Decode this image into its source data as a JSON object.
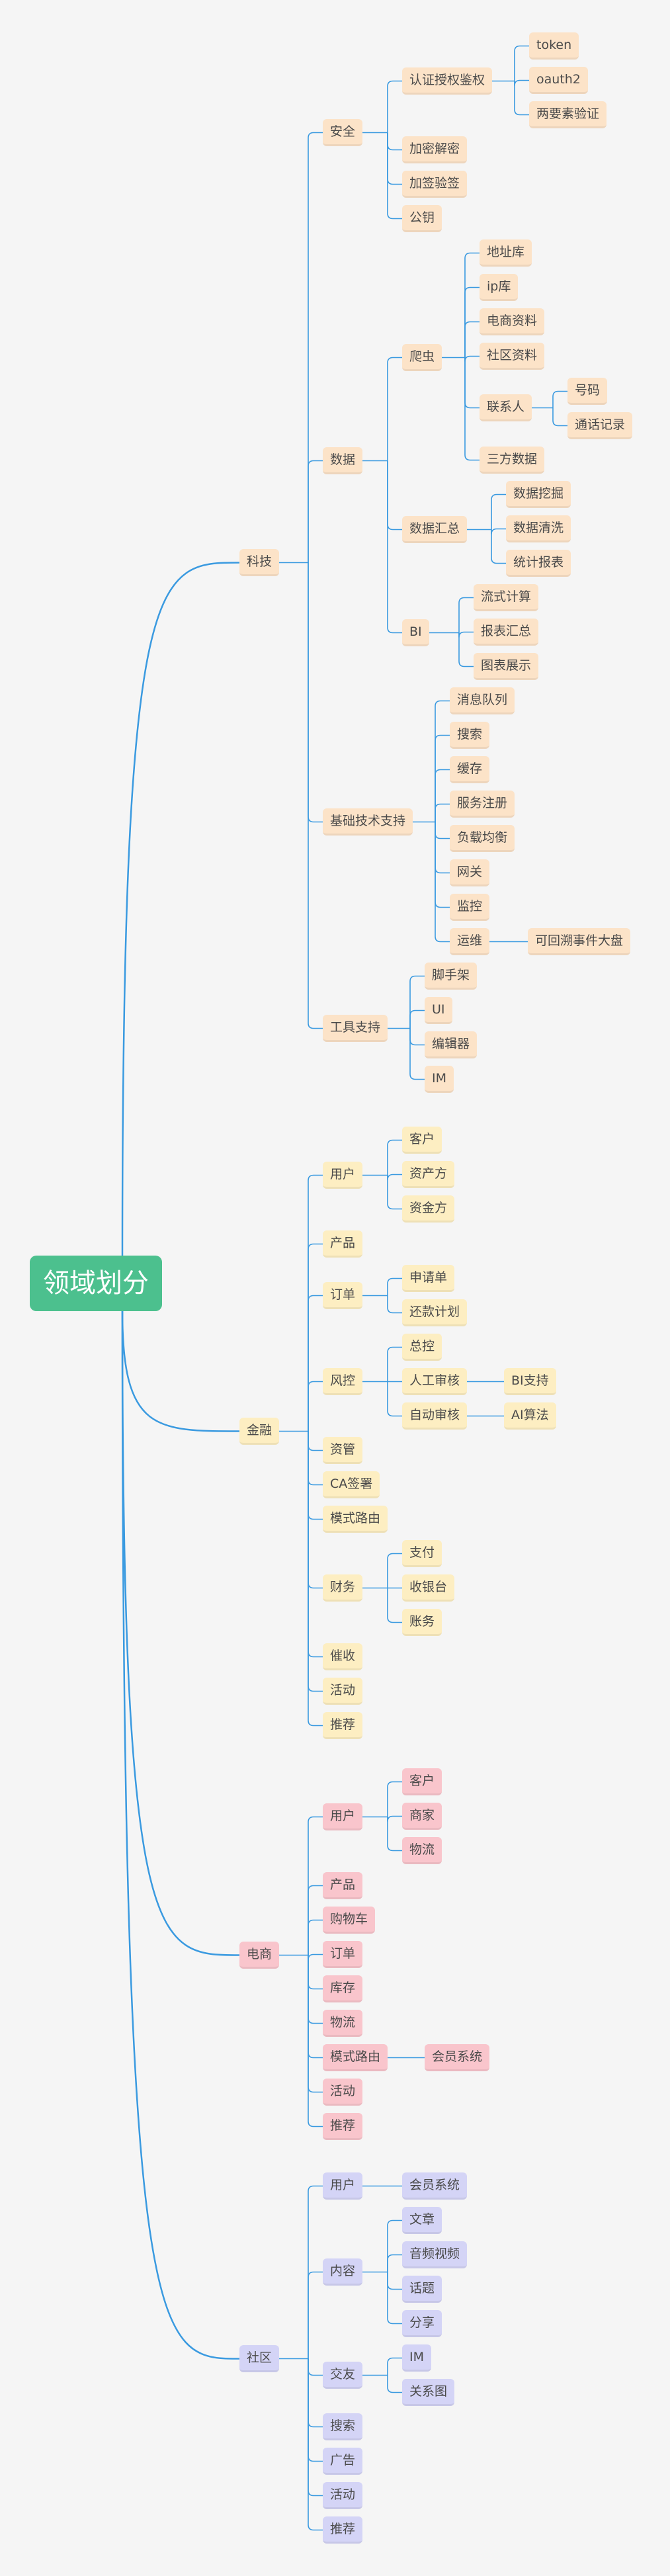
{
  "root": "领域划分",
  "branches": {
    "tech": {
      "label": "科技",
      "security": {
        "label": "安全",
        "auth": {
          "label": "认证授权鉴权",
          "token": "token",
          "oauth2": "oauth2",
          "two_factor": "两要素验证"
        },
        "encrypt": "加密解密",
        "sign": "加签验签",
        "public": "公钥"
      },
      "data": {
        "label": "数据",
        "crawler": {
          "label": "爬虫",
          "address": "地址库",
          "ip": "ip库",
          "ecom_info": "电商资料",
          "community_info": "社区资料",
          "contacts": {
            "label": "联系人",
            "phone": "号码",
            "call_log": "通话记录"
          },
          "third_party": "三方数据"
        },
        "summary": {
          "label": "数据汇总",
          "mining": "数据挖掘",
          "cleaning": "数据清洗",
          "stats": "统计报表"
        },
        "bi": {
          "label": "BI",
          "stream": "流式计算",
          "report": "报表汇总",
          "chart": "图表展示"
        }
      },
      "infra": {
        "label": "基础技术支持",
        "mq": "消息队列",
        "search": "搜索",
        "cache": "缓存",
        "registry": "服务注册",
        "lb": "负载均衡",
        "gateway": "网关",
        "monitor": "监控",
        "ops": {
          "label": "运维",
          "dashboard": "可回溯事件大盘"
        }
      },
      "tools": {
        "label": "工具支持",
        "scaffold": "脚手架",
        "ui": "UI",
        "editor": "编辑器",
        "im": "IM"
      }
    },
    "finance": {
      "label": "金融",
      "user": {
        "label": "用户",
        "customer": "客户",
        "asset": "资产方",
        "fund": "资金方"
      },
      "product": "产品",
      "order": {
        "label": "订单",
        "apply": "申请单",
        "repay": "还款计划"
      },
      "risk": {
        "label": "风控",
        "overall": "总控",
        "manual": {
          "label": "人工审核",
          "bi": "BI支持"
        },
        "auto": {
          "label": "自动审核",
          "ai": "AI算法"
        }
      },
      "capital": "资管",
      "ca": "CA签署",
      "mode_route": "模式路由",
      "accounting": {
        "label": "财务",
        "pay": "支付",
        "cashier": "收银台",
        "ledger": "账务"
      },
      "collection": "催收",
      "activity": "活动",
      "recommend": "推荐"
    },
    "ecom": {
      "label": "电商",
      "user": {
        "label": "用户",
        "customer": "客户",
        "merchant": "商家",
        "logistics": "物流"
      },
      "product": "产品",
      "cart": "购物车",
      "order": "订单",
      "stock": "库存",
      "logistics": "物流",
      "mode_route": {
        "label": "模式路由",
        "member": "会员系统"
      },
      "activity": "活动",
      "recommend": "推荐"
    },
    "social": {
      "label": "社区",
      "user": {
        "label": "用户",
        "member": "会员系统"
      },
      "content": {
        "label": "内容",
        "article": "文章",
        "av": "音频视频",
        "topic": "话题",
        "share": "分享"
      },
      "friends": {
        "label": "交友",
        "im": "IM",
        "graph": "关系图"
      },
      "search": "搜索",
      "ads": "广告",
      "activity": "活动",
      "recommend": "推荐"
    }
  },
  "colors": {
    "root": "#4cc08e",
    "link": "#3a9ae0",
    "tech": "#fce3c8",
    "finance": "#fdeec2",
    "ecom": "#f9c5cc",
    "social": "#d4d4f6"
  }
}
